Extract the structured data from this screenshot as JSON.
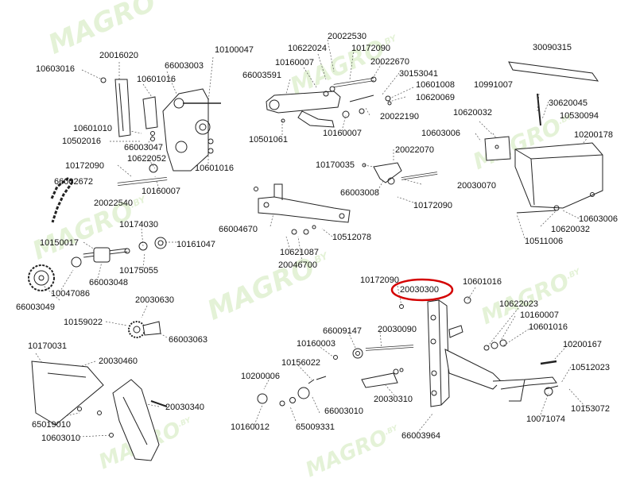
{
  "watermark": {
    "text": "MAGRO",
    "suffix": ".BY"
  },
  "highlight": {
    "part": "20030300",
    "ring_color": "#d40000"
  },
  "labels": {
    "p10603016_a": "10603016",
    "p20016020": "20016020",
    "p66003003": "66003003",
    "p10100047": "10100047",
    "p10601016_a": "10601016",
    "p10601010": "10601010",
    "p10502016": "10502016",
    "p66003047": "66003047",
    "p10622052": "10622052",
    "p10601016_b": "10601016",
    "p10172090_a": "10172090",
    "p66002672": "66002672",
    "p10160007_a": "10160007",
    "p20022540": "20022540",
    "p10174030": "10174030",
    "p10150017": "10150017",
    "p10161047": "10161047",
    "p10175055": "10175055",
    "p66003048": "66003048",
    "p10047086": "10047086",
    "p66003049": "66003049",
    "p20030630": "20030630",
    "p10159022": "10159022",
    "p66003063": "66003063",
    "p10170031": "10170031",
    "p20030460": "20030460",
    "p20030340": "20030340",
    "p65019010": "65019010",
    "p10603010": "10603010",
    "p20022530": "20022530",
    "p10622024": "10622024",
    "p10172090_b": "10172090",
    "p10160007_b": "10160007",
    "p20022670": "20022670",
    "p66003591": "66003591",
    "p30153041": "30153041",
    "p10601008": "10601008",
    "p10620069": "10620069",
    "p20022190": "20022190",
    "p10501061": "10501061",
    "p10160007_c": "10160007",
    "p20022070": "20022070",
    "p10170035": "10170035",
    "p66003008": "66003008",
    "p20030070": "20030070",
    "p10172090_c": "10172090",
    "p66004670": "66004670",
    "p10512078": "10512078",
    "p10621087": "10621087",
    "p20046700": "20046700",
    "p30090315": "30090315",
    "p10991007": "10991007",
    "p30620045": "30620045",
    "p10620032_a": "10620032",
    "p10530094": "10530094",
    "p10603006_a": "10603006",
    "p10200178": "10200178",
    "p10603006_b": "10603006",
    "p10620032_b": "10620032",
    "p10511006": "10511006",
    "p10172090_d": "10172090",
    "p20030300": "20030300",
    "p10601016_c": "10601016",
    "p10622023": "10622023",
    "p10160007_d": "10160007",
    "p10601016_d": "10601016",
    "p66009147": "66009147",
    "p20030090": "20030090",
    "p10160003": "10160003",
    "p10200167": "10200167",
    "p10156022": "10156022",
    "p10512023": "10512023",
    "p10200006": "10200006",
    "p66003010": "66003010",
    "p20030310": "20030310",
    "p10153072": "10153072",
    "p10160012": "10160012",
    "p65009331": "65009331",
    "p66003964": "66003964",
    "p10071074": "10071074"
  }
}
